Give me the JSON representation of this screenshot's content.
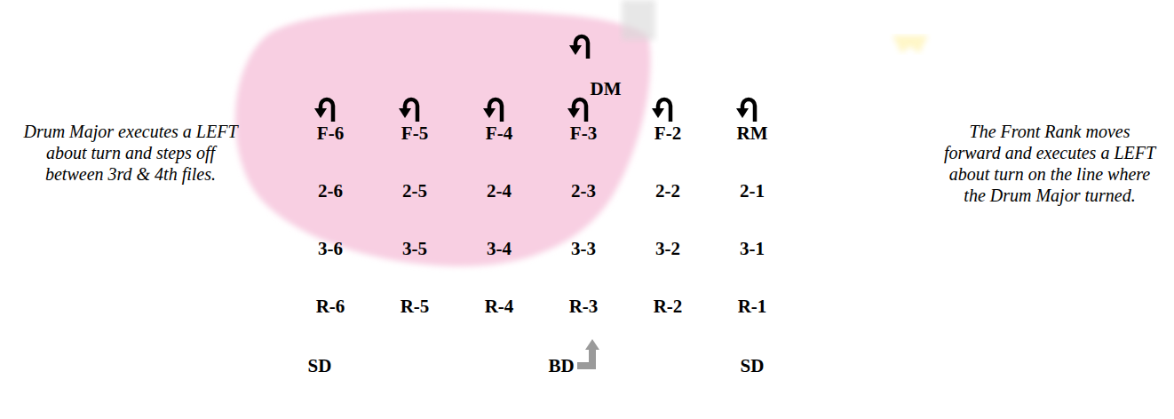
{
  "diagram": {
    "labels": [
      "DM",
      "Drum Major executes a LEFT about turn and steps off between 3rd & 4th files.",
      "F-6",
      "F-5",
      "F-4",
      "F-3",
      "F-2",
      "RM",
      "The Front Rank moves forward and executes a LEFT about turn on the line where the Drum Major turned.",
      "2-6",
      "2-5",
      "2-4",
      "2-3",
      "2-2",
      "2-1",
      "3-6",
      "3-5",
      "3-4",
      "3-3",
      "3-2",
      "3-1",
      "R-6",
      "R-5",
      "R-4",
      "R-3",
      "R-2",
      "R-1",
      "SD",
      "BD",
      "SD"
    ]
  }
}
